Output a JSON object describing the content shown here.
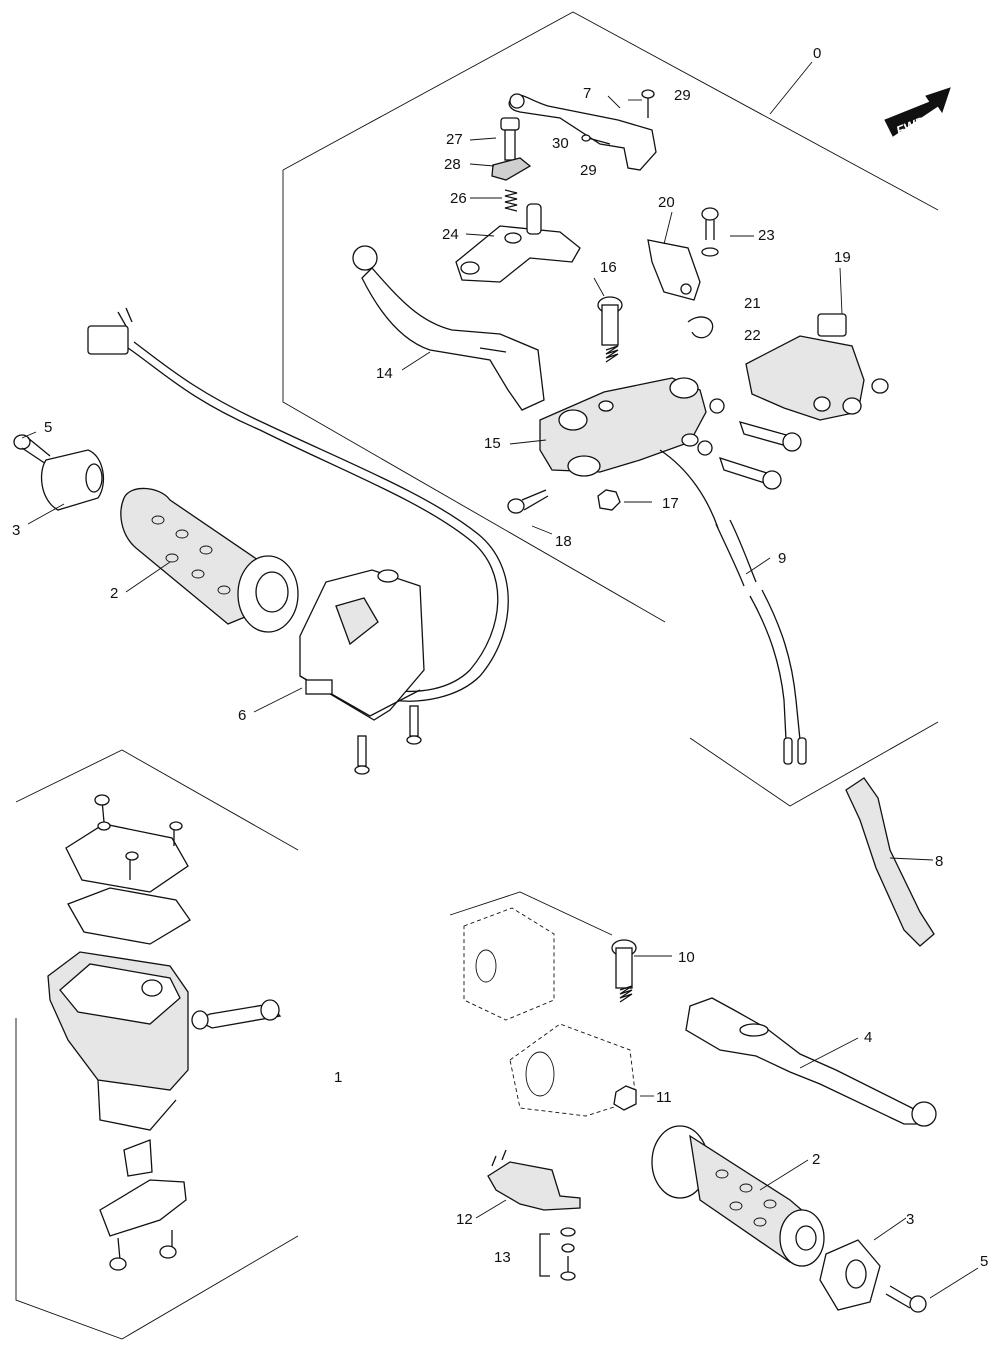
{
  "diagram": {
    "fwd_label": "FWD",
    "labels": {
      "l0": "0",
      "l1": "1",
      "l2a": "2",
      "l2b": "2",
      "l3a": "3",
      "l3b": "3",
      "l4": "4",
      "l5a": "5",
      "l5b": "5",
      "l6": "6",
      "l7": "7",
      "l8": "8",
      "l9": "9",
      "l10": "10",
      "l11": "11",
      "l12": "12",
      "l13": "13",
      "l14": "14",
      "l15": "15",
      "l16": "16",
      "l17": "17",
      "l18": "18",
      "l19": "19",
      "l20": "20",
      "l21": "21",
      "l22": "22",
      "l23": "23",
      "l24": "24",
      "l26": "26",
      "l27": "27",
      "l28": "28",
      "l29a": "29",
      "l29b": "29",
      "l30": "30"
    }
  }
}
